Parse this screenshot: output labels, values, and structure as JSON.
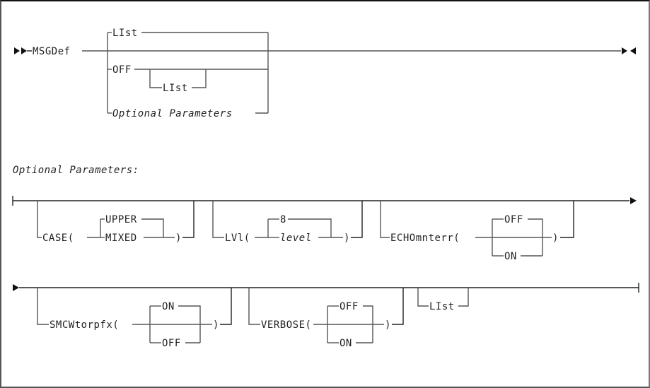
{
  "diagram": {
    "type": "syntax-railroad",
    "main": {
      "keyword": "MSGDef",
      "choices": [
        {
          "label": "LIst",
          "italic": false,
          "default": true
        },
        {
          "label": "OFF",
          "italic": false,
          "optional_sub": "LIst"
        },
        {
          "label": "Optional Parameters",
          "italic": true
        }
      ]
    },
    "fragment": {
      "title": "Optional Parameters:",
      "groups": [
        {
          "keyword": "CASE(",
          "close": ")",
          "options": [
            "UPPER",
            "MIXED"
          ],
          "default": "UPPER"
        },
        {
          "keyword": "LVl(",
          "close": ")",
          "options": [
            "8",
            "level"
          ],
          "default": "8",
          "italic_option": "level"
        },
        {
          "keyword": "ECHOmnterr(",
          "close": ")",
          "options": [
            "OFF",
            "ON"
          ],
          "default": "OFF"
        },
        {
          "keyword": "SMCWtorpfx(",
          "close": ")",
          "options": [
            "ON",
            "OFF"
          ],
          "default": "ON"
        },
        {
          "keyword": "VERBOSE(",
          "close": ")",
          "options": [
            "OFF",
            "ON"
          ],
          "default": "OFF"
        },
        {
          "keyword": "LIst",
          "close": "",
          "options": [],
          "default": ""
        }
      ]
    }
  }
}
